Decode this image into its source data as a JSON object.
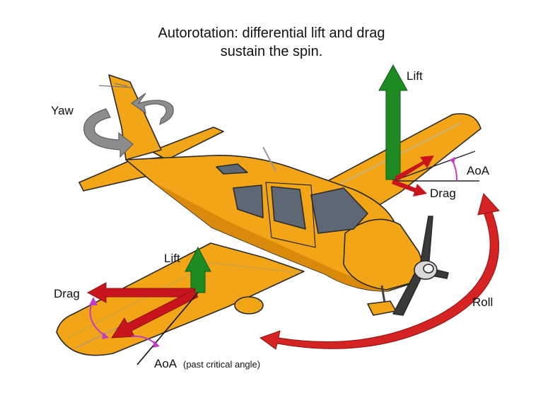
{
  "title": {
    "line1": "Autorotation: differential lift and drag",
    "line2": "sustain the spin."
  },
  "labels": {
    "yaw": "Yaw",
    "roll": "Roll",
    "right_wing": {
      "lift": "Lift",
      "drag": "Drag",
      "aoa": "AoA"
    },
    "left_wing": {
      "lift": "Lift",
      "drag": "Drag",
      "aoa": "AoA",
      "aoa_note": "(past critical angle)"
    }
  },
  "colors": {
    "airframe": "#F2A516",
    "airframe_shadow": "#D98A0B",
    "lift_arrow": "#1E8A22",
    "drag_arrow": "#C8141C",
    "roll_arrow": "#D52222",
    "yaw_arrow": "#8C8C8C",
    "aoa_arc": "#C43BC4",
    "window": "#5E6874"
  },
  "icons": {
    "yaw": "curved-yaw-arrows-icon",
    "roll": "curved-roll-arrow-icon",
    "propeller": "propeller-icon"
  }
}
